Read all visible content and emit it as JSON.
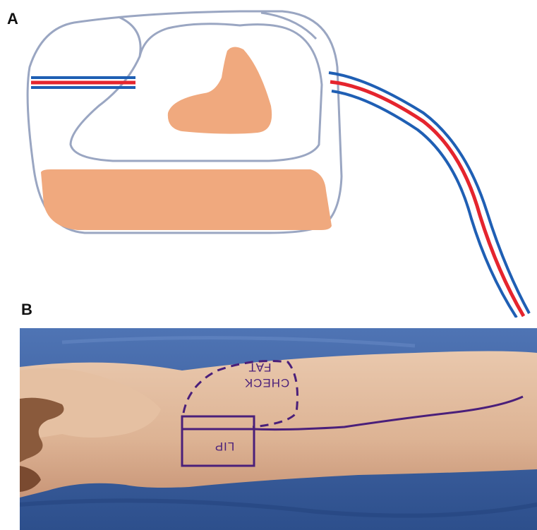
{
  "panels": {
    "a_label": "A",
    "b_label": "B"
  },
  "photo_markings": {
    "check_label": "CHECK",
    "fat_label": "FAT",
    "lip_label": "LIP"
  },
  "colors": {
    "outline": "#9aa6c2",
    "fat": "#f0a97e",
    "vessel_blue": "#1f5fb4",
    "vessel_red": "#e5252e",
    "drape": "#3a5fa0",
    "skin": "#e8c3a8",
    "marker": "#4a1f7a"
  }
}
